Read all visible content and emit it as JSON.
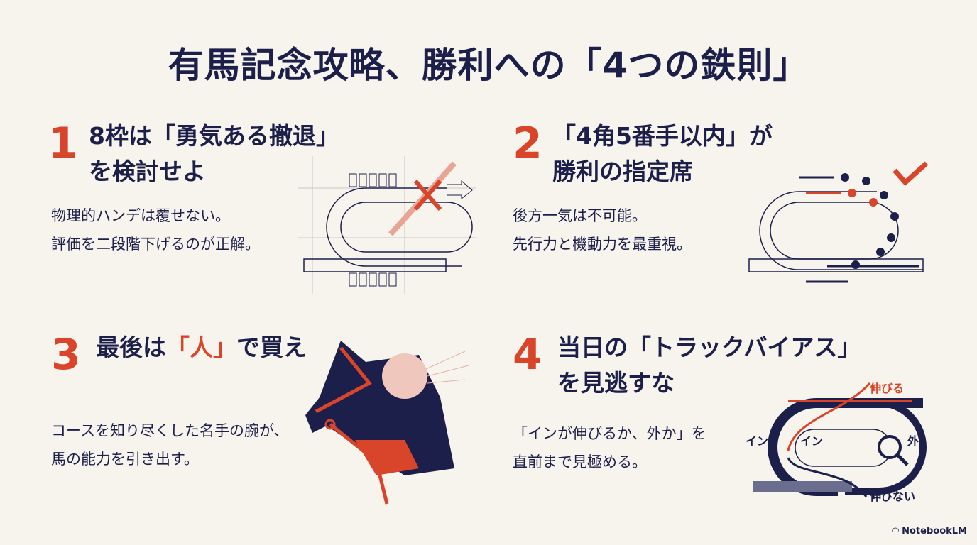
{
  "title": "有馬記念攻略、勝利への「4つの鉄則」",
  "rules": [
    {
      "number": "1",
      "heading": [
        "8枠は「勇気ある撤退」",
        "を検討せよ"
      ],
      "body": [
        "物理的ハンデは覆せない。",
        "評価を二段階下げるのが正解。"
      ]
    },
    {
      "number": "2",
      "heading": [
        "「4角5番手以内」が",
        "勝利の指定席"
      ],
      "body": [
        "後方一気は不可能。",
        "先行力と機動力を最重視。"
      ]
    },
    {
      "number": "3",
      "heading_pre": "最後は",
      "heading_em": "「人」",
      "heading_post": "で買え",
      "body": [
        "コースを知り尽くした名手の腕が、",
        "馬の能力を引き出す。"
      ]
    },
    {
      "number": "4",
      "heading": [
        "当日の「トラックバイアス」",
        "を見逃すな"
      ],
      "body": [
        "「インが伸びるか、外か」を",
        "直前まで見極める。"
      ],
      "diagram": {
        "label_in_outer": "イン",
        "label_in_inner": "イン",
        "label_out": "外",
        "label_up": "伸びる",
        "label_down": "伸びない"
      }
    }
  ],
  "colors": {
    "navy": "#1c1f4a",
    "accent": "#d9452b",
    "background": "#f7f4ee"
  },
  "logo": "NotebookLM"
}
